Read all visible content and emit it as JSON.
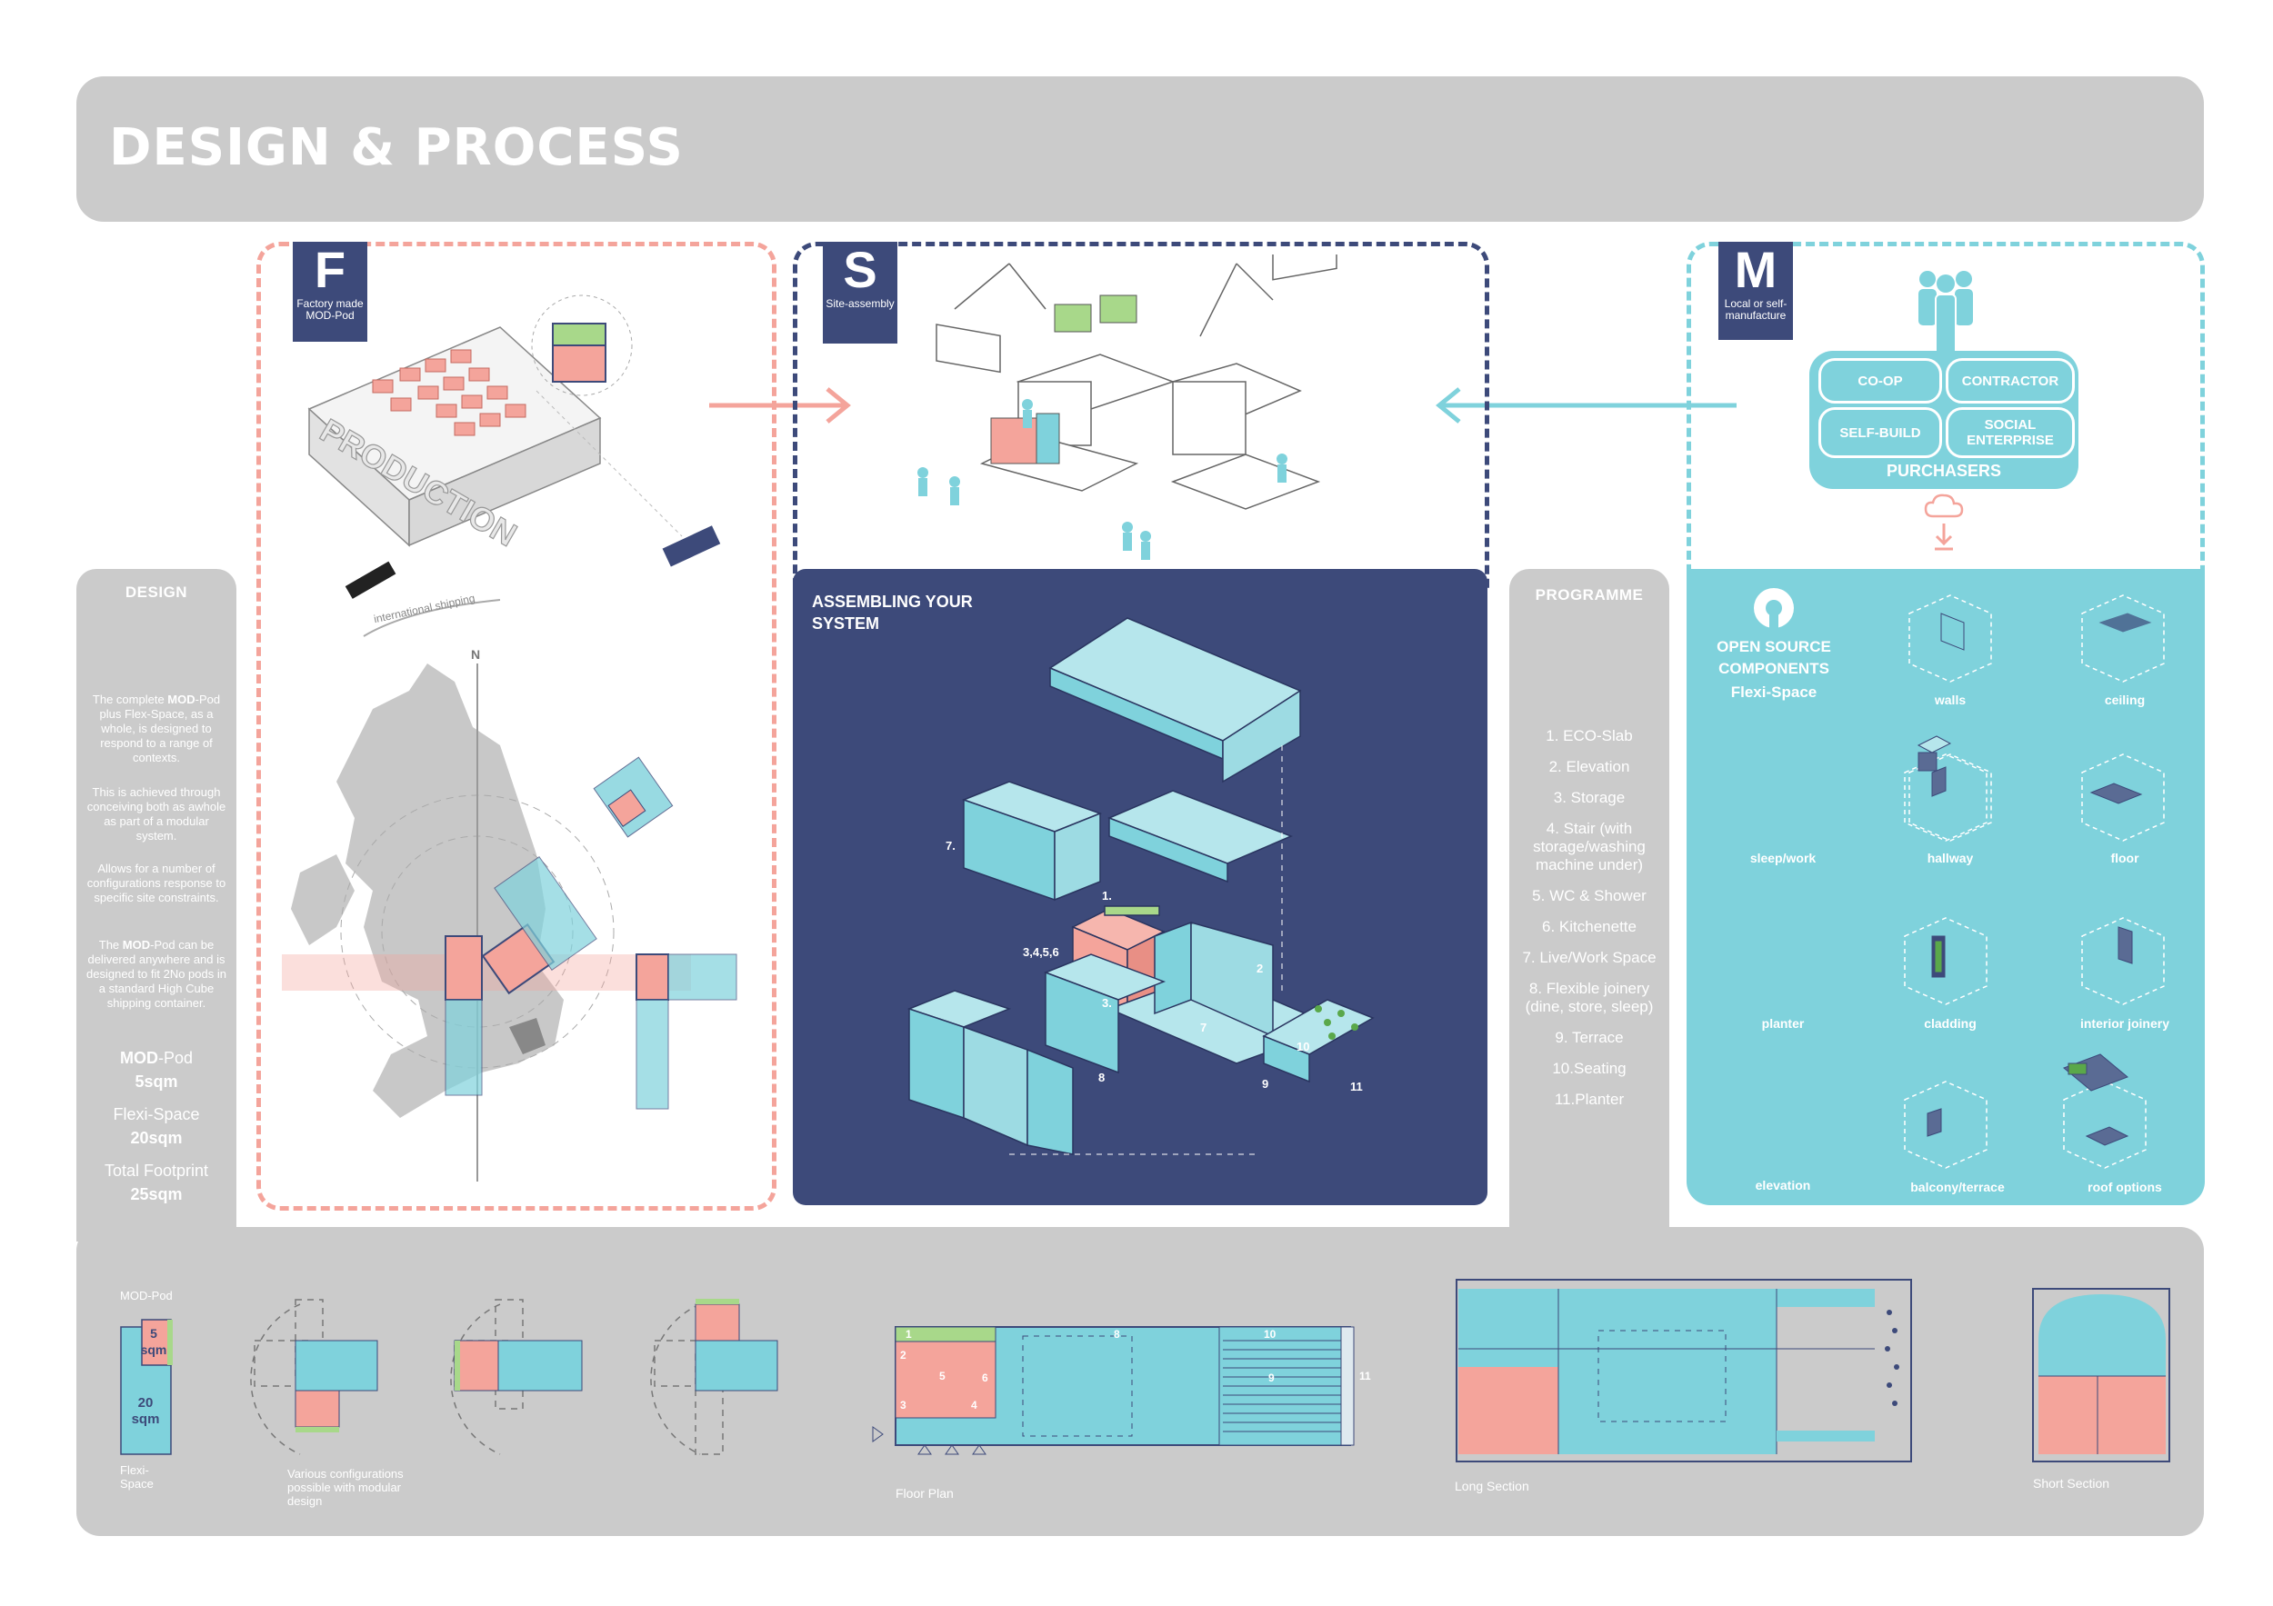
{
  "title": "DESIGN & PROCESS",
  "design": {
    "heading": "DESIGN",
    "para1_a": "The complete ",
    "para1_b": "MOD",
    "para1_c": "-Pod plus Flex-Space, as a whole, is designed to respond to a range of contexts.",
    "para2": "This is achieved through conceiving both as awhole as part of a modular system.",
    "para3": "Allows for a number of configurations response to specific site constraints.",
    "para4_a": "The ",
    "para4_b": "MOD",
    "para4_c": "-Pod can be delivered anywhere and is designed to fit 2No pods in a standard High Cube shipping container.",
    "stat1_a": "MOD",
    "stat1_b": "-Pod",
    "stat1_val": "5sqm",
    "stat2": "Flexi-Space",
    "stat2_val": "20sqm",
    "stat3": "Total Footprint",
    "stat3_val": "25sqm"
  },
  "factory": {
    "letter": "F",
    "caption": "Factory made MOD-Pod",
    "production": "PRODUCTION",
    "shipping": "international shipping",
    "north": "N"
  },
  "site": {
    "letter": "S",
    "caption": "Site-assembly",
    "assembling": "ASSEMBLING YOUR SYSTEM",
    "labels": [
      "7.",
      "1.",
      "3,4,5,6",
      "3.",
      "7",
      "8",
      "9",
      "10",
      "11",
      "2"
    ]
  },
  "manufacture": {
    "letter": "M",
    "caption": "Local or self-manufacture",
    "coop": "CO-OP",
    "contractor": "CONTRACTOR",
    "selfbuild": "SELF-BUILD",
    "social": "SOCIAL ENTERPRISE",
    "purchasers": "PURCHASERS"
  },
  "programme": {
    "heading": "PROGRAMME",
    "items": [
      "1.  ECO-Slab",
      "2.  Elevation",
      "3.  Storage",
      "4.  Stair (with storage/washing machine under)",
      "5.  WC & Shower",
      "6.  Kitchenette",
      "7.  Live/Work Space",
      "8.  Flexible joinery (dine, store, sleep)",
      "9.  Terrace",
      "10.Seating",
      "11.Planter"
    ]
  },
  "components": {
    "heading": "OPEN SOURCE COMPONENTS",
    "sub": "Flexi-Space",
    "items": [
      "walls",
      "ceiling",
      "sleep/work",
      "hallway",
      "floor",
      "planter",
      "cladding",
      "interior joinery",
      "elevation",
      "balcony/terrace",
      "roof options"
    ]
  },
  "bottom": {
    "modpod": "MOD-Pod",
    "five": "5",
    "sqm": "sqm",
    "twenty": "20",
    "sqm2": "sqm",
    "flexi": "Flexi-Space",
    "configs": "Various configurations possible with modular design",
    "floorplan": "Floor Plan",
    "longsection": "Long Section",
    "shortsection": "Short Section",
    "plan_nums": [
      "1",
      "5",
      "6",
      "2",
      "3",
      "4",
      "8",
      "10",
      "9",
      "11"
    ]
  },
  "colors": {
    "pink": "#f4a49b",
    "navy": "#3d4a7a",
    "teal": "#7fd2dc",
    "grey": "#cbcbcb",
    "green": "#a8d88a"
  }
}
